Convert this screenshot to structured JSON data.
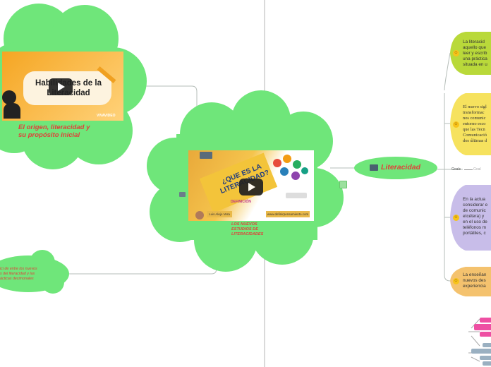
{
  "colors": {
    "cloud_green": "#6fe67a",
    "cloud_lavender": "#c8bde9",
    "yellow_green": "#b9d93a",
    "yellow": "#f6e25e",
    "orange": "#f4c26e",
    "pink": "#ee4fa3",
    "steel_blue": "#9ab0c1",
    "accent_red": "#e0413a",
    "connector": "#9aa3a0"
  },
  "icons": [
    "play-icon",
    "note-icon",
    "smiley-icon",
    "list-icon"
  ],
  "left_video": {
    "title_line1": "Habilidades de la",
    "title_line2": "Literacidad",
    "brand": "VIVAVIDEO",
    "caption_line1": "El origen, literacidad y",
    "caption_line2": "su propósito inicial"
  },
  "center_video": {
    "title_line1": "¿QUE ES LA",
    "title_line2": "LITERACIDAD?",
    "ribbon": "DEFINICIÓN",
    "left_tag": "Luis Alejo Vera",
    "right_tag": "www.definirpensamiento.com",
    "caption_line1": "LOS NUEVOS",
    "caption_line2": "ESTUDIOS DE",
    "caption_line3": "LITERACIDADES"
  },
  "bottom_left_node": {
    "line1": "ici de entre los nuevos",
    "line2": "s del literacidad y las",
    "line3": "ácticas decimonales"
  },
  "central_topic": {
    "label": "Literacidad"
  },
  "link_labels": {
    "left": "Goals",
    "right": "Goal"
  },
  "right_nodes": [
    {
      "text": "La literacid\naquello que\nleer y escrib\nuna práctica\nsituada en u",
      "font": "sans"
    },
    {
      "text": "El nuevo sigl\ntransformac\nnos comunic\nentorno esco\nque las Tecn\nComunicació\ndos últimas d",
      "font": "serif"
    },
    {
      "text": "En la actua\nconsiderar e\nde comunic\netcétera) y\nen el uso de\nteléfonos m\nportátiles, c",
      "font": "sans"
    },
    {
      "text": "La enseñan\nnuevos des\nexperiencia",
      "font": "sans"
    }
  ]
}
